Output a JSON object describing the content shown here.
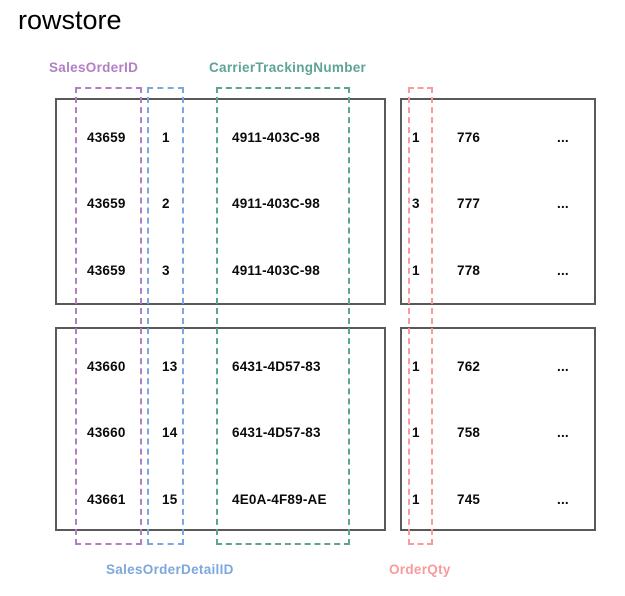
{
  "title": "rowstore",
  "labels": {
    "sales_order_id": "SalesOrderID",
    "sales_order_detail_id": "SalesOrderDetailID",
    "carrier_tracking_number": "CarrierTrackingNumber",
    "order_qty": "OrderQty"
  },
  "colors": {
    "sales_order_id": "#b27fc4",
    "sales_order_detail_id": "#7da7dd",
    "carrier_tracking_number": "#5fa394",
    "order_qty": "#fb9a9a",
    "box_border": "#595959",
    "text": "#0a0a0a",
    "background": "#ffffff"
  },
  "blocks": [
    {
      "name": "block-top",
      "left_rows": [
        {
          "sales_order_id": "43659",
          "sales_order_detail_id": "1",
          "carrier_tracking_number": "4911-403C-98"
        },
        {
          "sales_order_id": "43659",
          "sales_order_detail_id": "2",
          "carrier_tracking_number": "4911-403C-98"
        },
        {
          "sales_order_id": "43659",
          "sales_order_detail_id": "3",
          "carrier_tracking_number": "4911-403C-98"
        }
      ],
      "right_rows": [
        {
          "order_qty": "1",
          "product_id": "776",
          "more": "..."
        },
        {
          "order_qty": "3",
          "product_id": "777",
          "more": "..."
        },
        {
          "order_qty": "1",
          "product_id": "778",
          "more": "..."
        }
      ]
    },
    {
      "name": "block-bottom",
      "left_rows": [
        {
          "sales_order_id": "43660",
          "sales_order_detail_id": "13",
          "carrier_tracking_number": "6431-4D57-83"
        },
        {
          "sales_order_id": "43660",
          "sales_order_detail_id": "14",
          "carrier_tracking_number": "6431-4D57-83"
        },
        {
          "sales_order_id": "43661",
          "sales_order_detail_id": "15",
          "carrier_tracking_number": "4E0A-4F89-AE"
        }
      ],
      "right_rows": [
        {
          "order_qty": "1",
          "product_id": "762",
          "more": "..."
        },
        {
          "order_qty": "1",
          "product_id": "758",
          "more": "..."
        },
        {
          "order_qty": "1",
          "product_id": "745",
          "more": "..."
        }
      ]
    }
  ]
}
